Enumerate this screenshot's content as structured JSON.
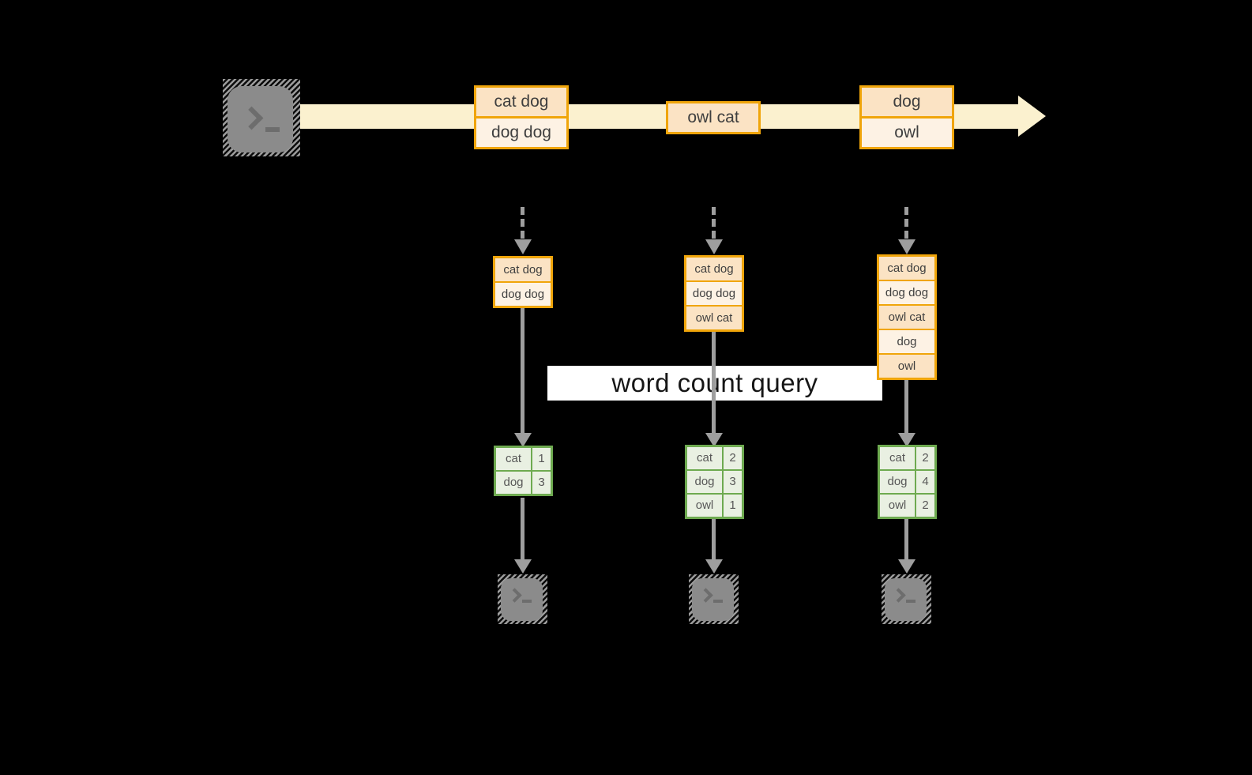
{
  "stream": {
    "events": [
      {
        "lines": [
          "cat dog",
          "dog dog"
        ]
      },
      {
        "lines": [
          "owl cat"
        ]
      },
      {
        "lines": [
          "dog",
          "owl"
        ]
      }
    ]
  },
  "query_label": "word count query",
  "columns": [
    {
      "state": [
        "cat dog",
        "dog dog"
      ],
      "counts": [
        [
          "cat",
          "1"
        ],
        [
          "dog",
          "3"
        ]
      ]
    },
    {
      "state": [
        "cat dog",
        "dog dog",
        "owl cat"
      ],
      "counts": [
        [
          "cat",
          "2"
        ],
        [
          "dog",
          "3"
        ],
        [
          "owl",
          "1"
        ]
      ]
    },
    {
      "state": [
        "cat dog",
        "dog dog",
        "owl cat",
        "dog",
        "owl"
      ],
      "counts": [
        [
          "cat",
          "2"
        ],
        [
          "dog",
          "4"
        ],
        [
          "owl",
          "2"
        ]
      ]
    }
  ],
  "icons": {
    "source": "terminal-icon",
    "sinks": [
      "terminal-icon",
      "terminal-icon",
      "terminal-icon"
    ]
  },
  "colors": {
    "background": "#000000",
    "stream_band": "#fbf1cf",
    "event_border": "#f0a50a",
    "event_fill_dark": "#fbe3c4",
    "event_fill_light": "#fdf2e4",
    "table_border": "#6eaa50",
    "table_fill": "#e9f0e2",
    "arrow_gray": "#9e9e9e",
    "banner_bg": "#ffffff",
    "terminal_gray": "#8b8b8b"
  }
}
